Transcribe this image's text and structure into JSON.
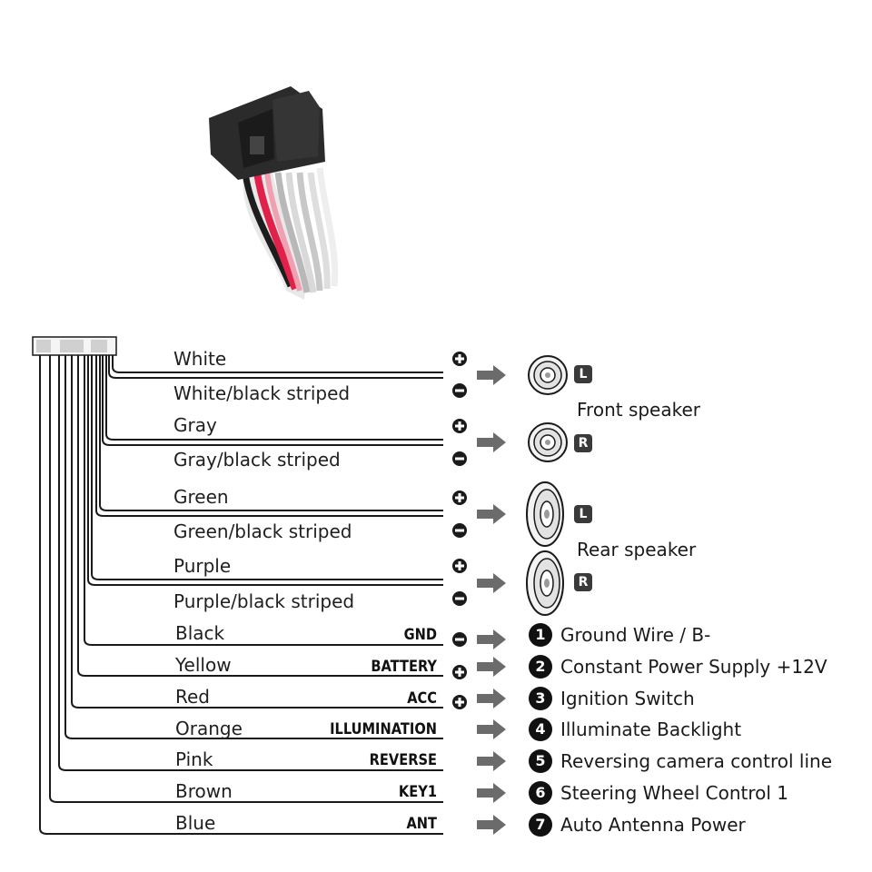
{
  "wires": [
    {
      "color": "White",
      "polarity": "+"
    },
    {
      "color": "White/black striped",
      "polarity": "-"
    },
    {
      "color": "Gray",
      "polarity": "+"
    },
    {
      "color": "Gray/black striped",
      "polarity": "-"
    },
    {
      "color": "Green",
      "polarity": "+"
    },
    {
      "color": "Green/black striped",
      "polarity": "-"
    },
    {
      "color": "Purple",
      "polarity": "+"
    },
    {
      "color": "Purple/black striped",
      "polarity": "-"
    },
    {
      "color": "Black",
      "function": "GND",
      "polarity": "-",
      "number": "1",
      "description": "Ground Wire / B-"
    },
    {
      "color": "Yellow",
      "function": "BATTERY",
      "polarity": "+",
      "number": "2",
      "description": "Constant Power Supply +12V"
    },
    {
      "color": "Red",
      "function": "ACC",
      "polarity": "+",
      "number": "3",
      "description": "Ignition Switch"
    },
    {
      "color": "Orange",
      "function": "ILLUMINATION",
      "number": "4",
      "description": "Illuminate Backlight"
    },
    {
      "color": "Pink",
      "function": "REVERSE",
      "number": "5",
      "description": "Reversing camera control line"
    },
    {
      "color": "Brown",
      "function": "KEY1",
      "number": "6",
      "description": "Steering Wheel Control 1"
    },
    {
      "color": "Blue",
      "function": "ANT",
      "number": "7",
      "description": "Auto  Antenna Power"
    }
  ],
  "speakers": {
    "front_label": "Front speaker",
    "rear_label": "Rear speaker",
    "front_left_badge": "L",
    "front_right_badge": "R",
    "rear_left_badge": "L",
    "rear_right_badge": "R"
  },
  "colors": {
    "line": "#1a1a1a",
    "arrow": "#6b6b6b",
    "badge": "#3a3a3a",
    "connector": "#2b2b2b"
  }
}
